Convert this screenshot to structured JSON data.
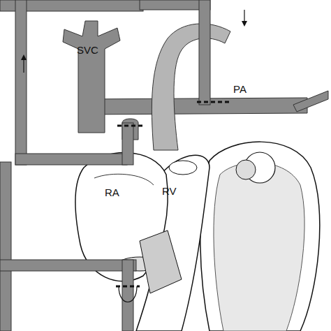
{
  "diagram": {
    "labels": [
      "SVC",
      "PA",
      "RA",
      "RV"
    ]
  }
}
